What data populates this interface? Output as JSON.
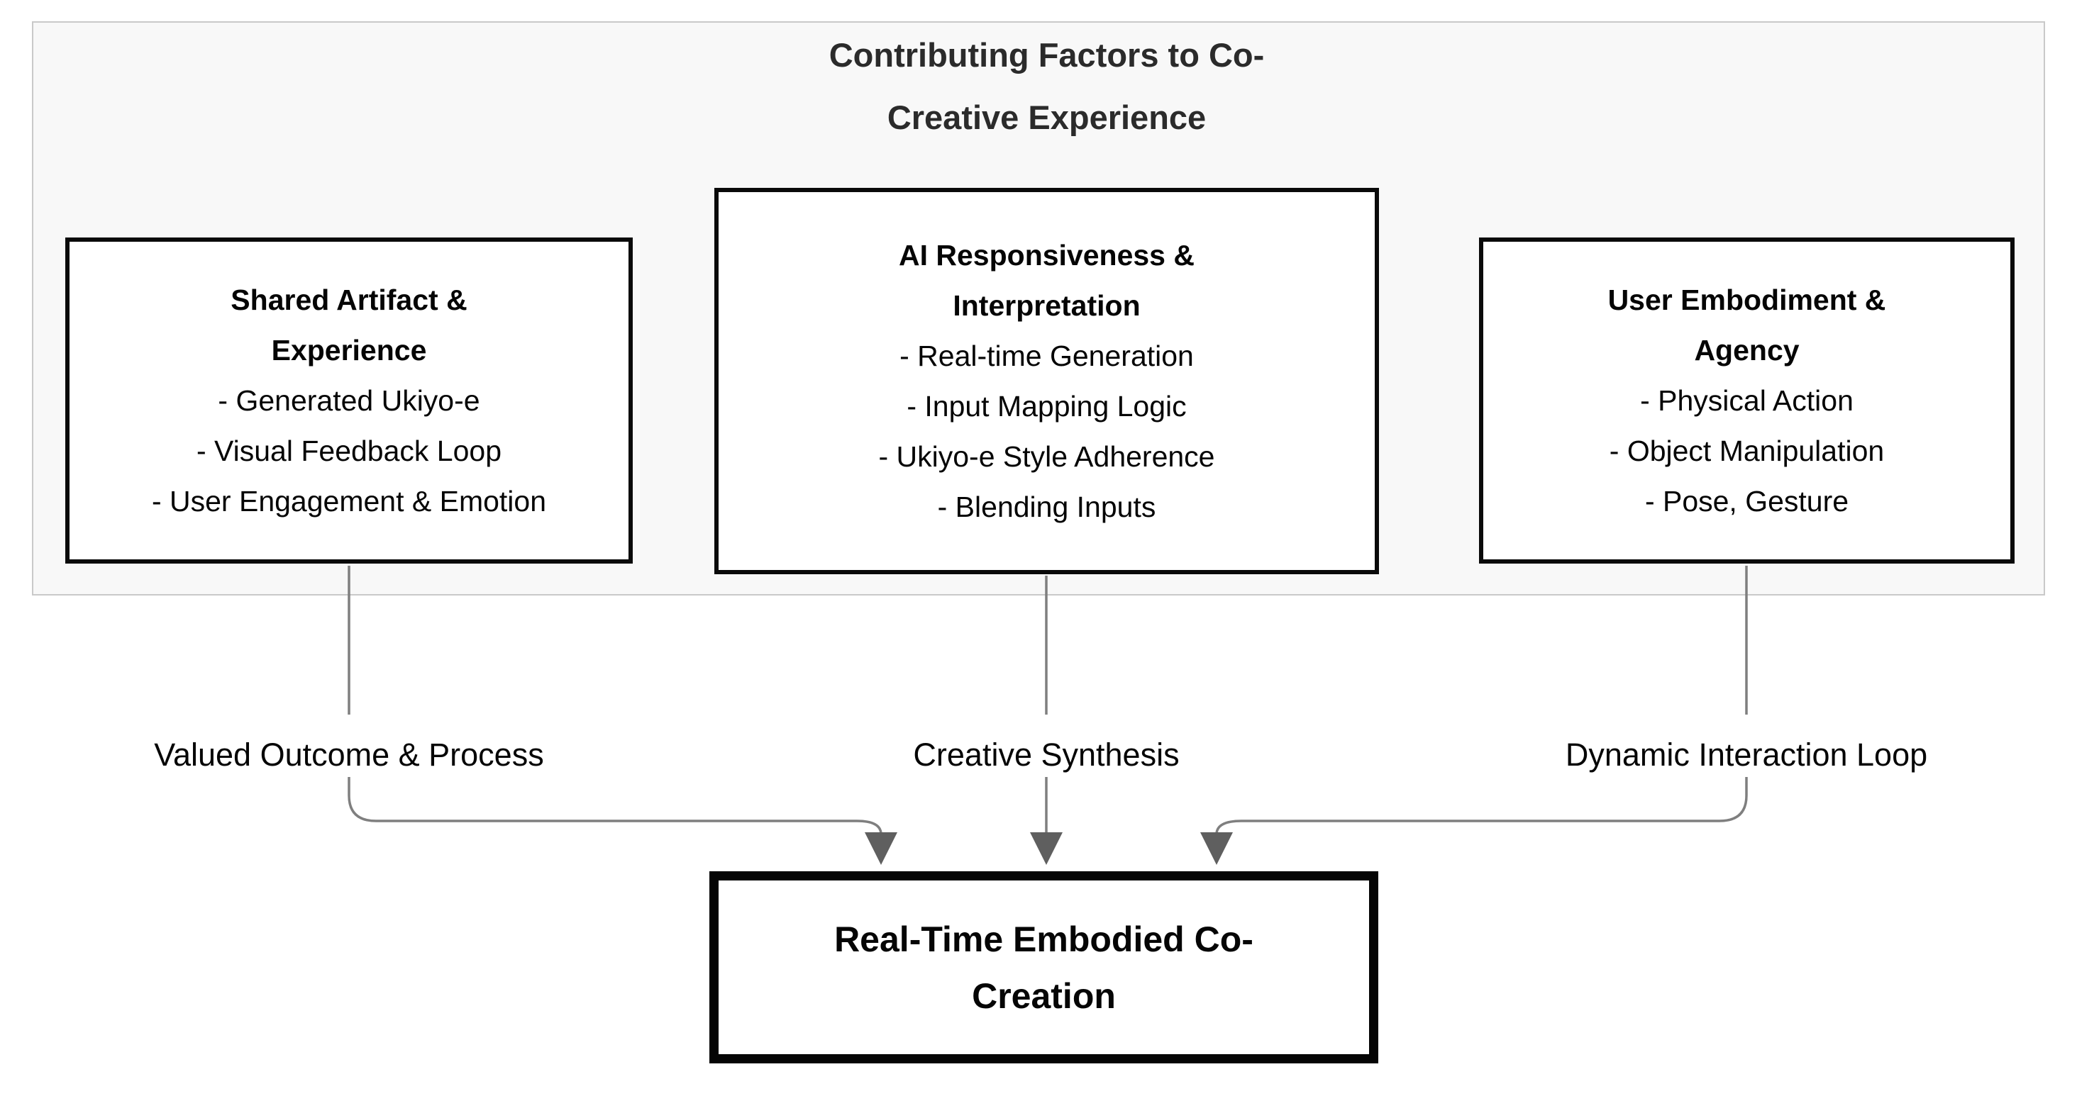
{
  "diagram": {
    "container": {
      "title_line1": "Contributing Factors to Co-",
      "title_line2": "Creative Experience"
    },
    "boxes": [
      {
        "title_line1": "Shared Artifact &",
        "title_line2": "Experience",
        "items": [
          "- Generated Ukiyo-e",
          "- Visual Feedback Loop",
          "- User Engagement & Emotion"
        ]
      },
      {
        "title_line1": "AI Responsiveness &",
        "title_line2": "Interpretation",
        "items": [
          "- Real-time Generation",
          "- Input Mapping Logic",
          "- Ukiyo-e Style Adherence",
          "- Blending Inputs"
        ]
      },
      {
        "title_line1": "User Embodiment &",
        "title_line2": "Agency",
        "items": [
          "- Physical Action",
          "- Object Manipulation",
          "- Pose, Gesture"
        ]
      }
    ],
    "edge_labels": [
      "Valued Outcome & Process",
      "Creative Synthesis",
      "Dynamic Interaction Loop"
    ],
    "result_box": {
      "title_line1": "Real-Time Embodied Co-",
      "title_line2": "Creation"
    },
    "colors": {
      "connector": "#7f7f7f",
      "arrowhead": "#5f5f5f",
      "box_border": "#0a0a0a",
      "result_border": "#050505",
      "container_fill": "#f8f8f8",
      "container_border": "#c9c9c9",
      "title_text": "#2b2b2b",
      "text": "#050505"
    }
  }
}
